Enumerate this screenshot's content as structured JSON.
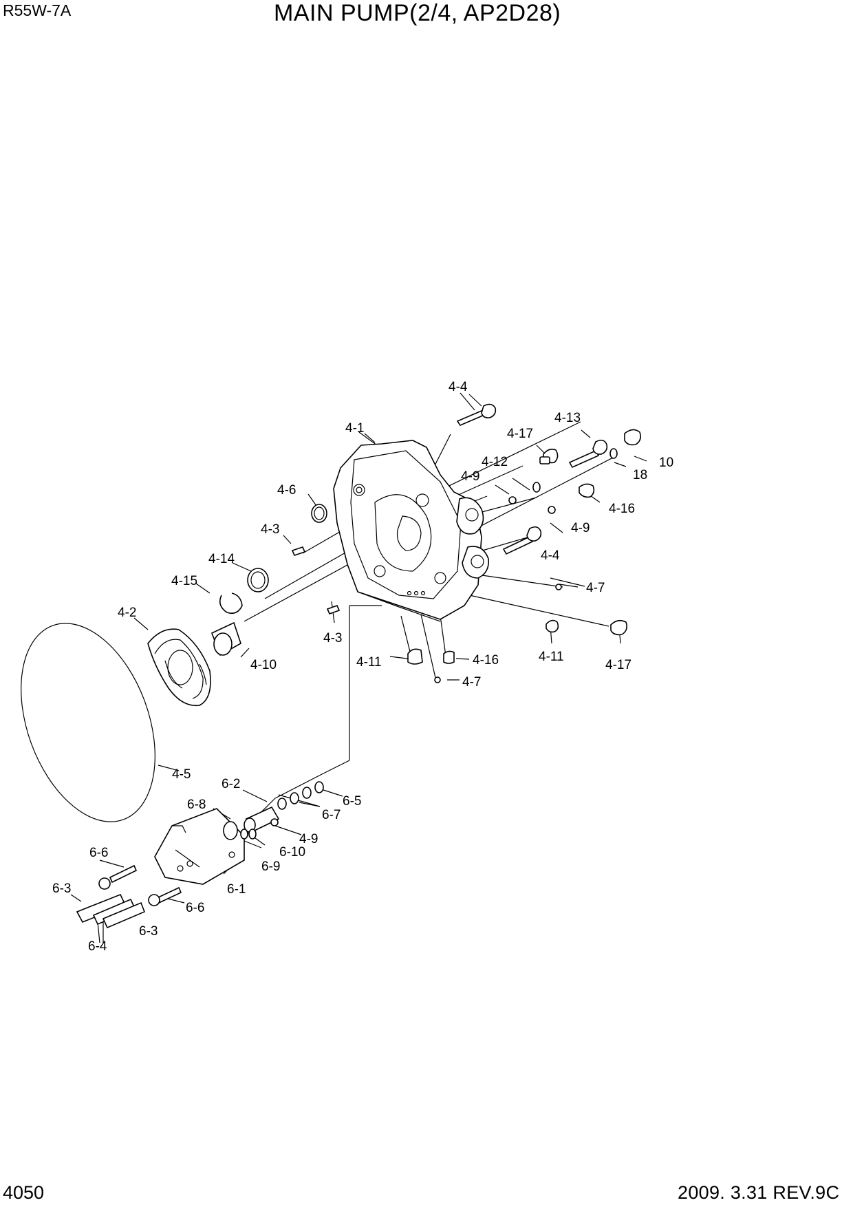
{
  "header": {
    "model": "R55W-7A",
    "title": "MAIN PUMP(2/4, AP2D28)"
  },
  "footer": {
    "page_number": "4050",
    "revision": "2009. 3.31  REV.9C"
  },
  "callouts": [
    {
      "id": "c-4-4-top",
      "text": "4-4"
    },
    {
      "id": "c-4-1",
      "text": "4-1"
    },
    {
      "id": "c-4-13",
      "text": "4-13"
    },
    {
      "id": "c-4-17-top",
      "text": "4-17"
    },
    {
      "id": "c-10",
      "text": "10"
    },
    {
      "id": "c-4-12",
      "text": "4-12"
    },
    {
      "id": "c-18",
      "text": "18"
    },
    {
      "id": "c-4-9-top",
      "text": "4-9"
    },
    {
      "id": "c-4-6",
      "text": "4-6"
    },
    {
      "id": "c-4-16-right",
      "text": "4-16"
    },
    {
      "id": "c-4-3-top",
      "text": "4-3"
    },
    {
      "id": "c-4-9-right",
      "text": "4-9"
    },
    {
      "id": "c-4-4-right",
      "text": "4-4"
    },
    {
      "id": "c-4-14",
      "text": "4-14"
    },
    {
      "id": "c-4-15",
      "text": "4-15"
    },
    {
      "id": "c-4-7-right",
      "text": "4-7"
    },
    {
      "id": "c-4-2",
      "text": "4-2"
    },
    {
      "id": "c-4-3-bottom",
      "text": "4-3"
    },
    {
      "id": "c-4-11-right",
      "text": "4-11"
    },
    {
      "id": "c-4-17-right",
      "text": "4-17"
    },
    {
      "id": "c-4-10",
      "text": "4-10"
    },
    {
      "id": "c-4-11-left",
      "text": "4-11"
    },
    {
      "id": "c-4-16-bottom",
      "text": "4-16"
    },
    {
      "id": "c-4-7-bottom",
      "text": "4-7"
    },
    {
      "id": "c-4-5",
      "text": "4-5"
    },
    {
      "id": "c-6-2",
      "text": "6-2"
    },
    {
      "id": "c-6-5",
      "text": "6-5"
    },
    {
      "id": "c-6-8",
      "text": "6-8"
    },
    {
      "id": "c-6-7",
      "text": "6-7"
    },
    {
      "id": "c-4-9-bottom",
      "text": "4-9"
    },
    {
      "id": "c-6-6-top",
      "text": "6-6"
    },
    {
      "id": "c-6-10",
      "text": "6-10"
    },
    {
      "id": "c-6-9",
      "text": "6-9"
    },
    {
      "id": "c-6-3-left",
      "text": "6-3"
    },
    {
      "id": "c-6-1",
      "text": "6-1"
    },
    {
      "id": "c-6-6-bottom",
      "text": "6-6"
    },
    {
      "id": "c-6-3-bottom",
      "text": "6-3"
    },
    {
      "id": "c-6-4",
      "text": "6-4"
    }
  ]
}
